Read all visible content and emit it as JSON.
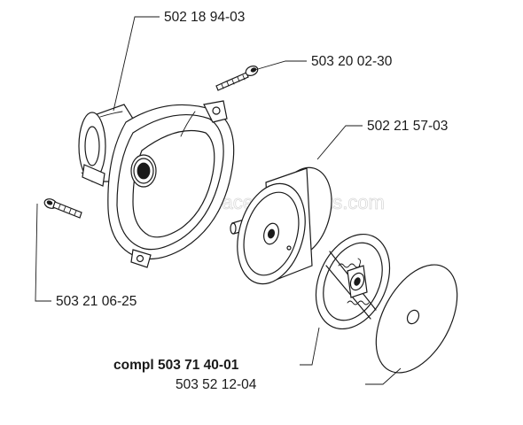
{
  "watermark": "eReplacementParts.com",
  "parts": {
    "housing": "502 18 94-03",
    "screw_top": "503 20 02-30",
    "clutch_drum": "502 21 57-03",
    "screw_left": "503 21 06-25",
    "clutch_assembly": "compl 503 71 40-01",
    "washer_plate": "503 52 12-04"
  }
}
